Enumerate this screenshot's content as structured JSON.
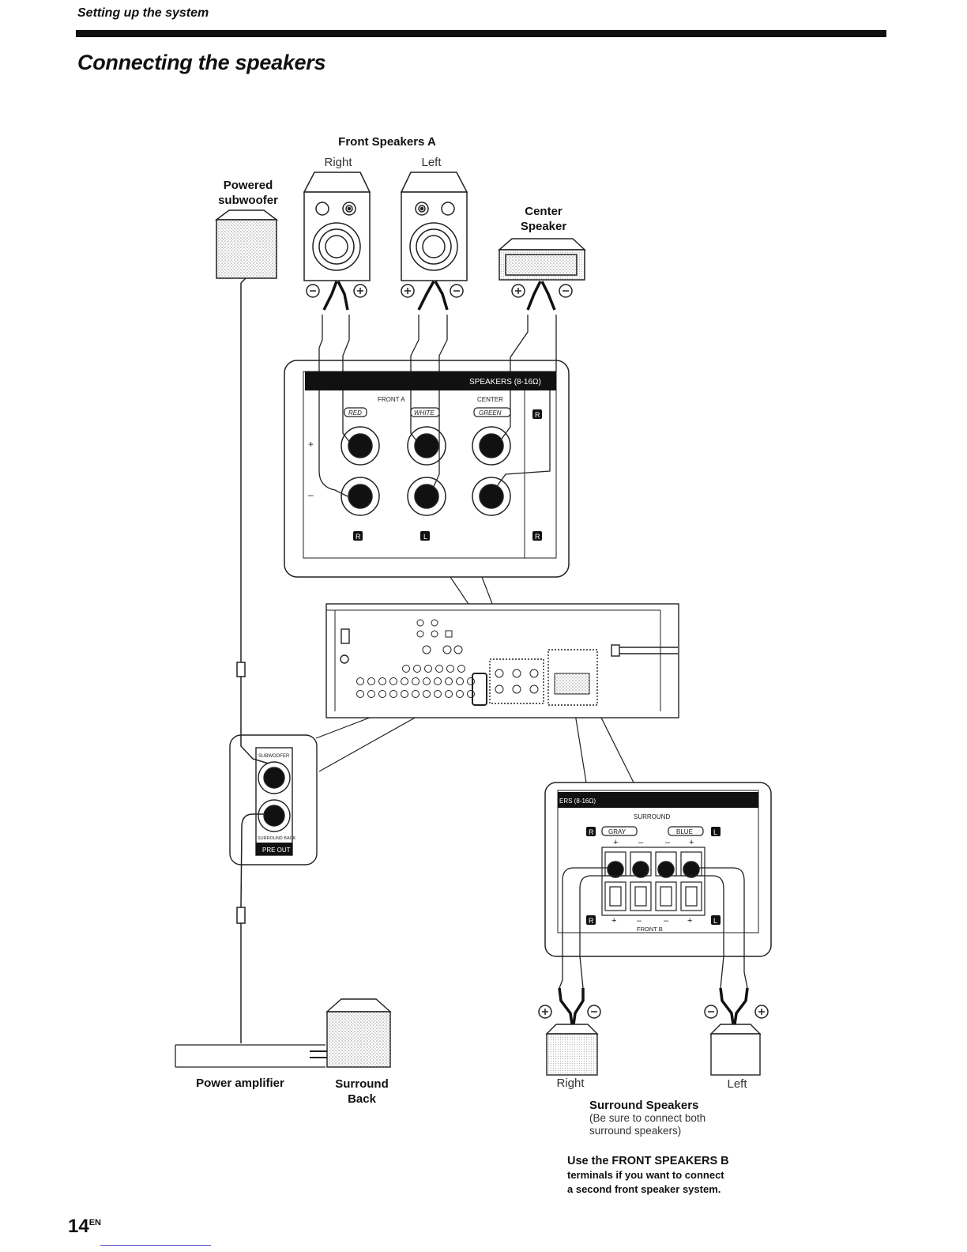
{
  "header": {
    "section": "Setting up the system",
    "title": "Connecting the speakers"
  },
  "labels": {
    "front_speakers_a": "Front Speakers A",
    "right_top": "Right",
    "left_top": "Left",
    "powered_sub_1": "Powered",
    "powered_sub_2": "subwoofer",
    "center_1": "Center",
    "center_2": "Speaker",
    "power_amp": "Power amplifier",
    "surround_back_1": "Surround",
    "surround_back_2": "Back",
    "right_bottom": "Right",
    "left_bottom": "Left",
    "surround_speakers": "Surround Speakers",
    "surround_note_1": "(Be sure to connect both",
    "surround_note_2": "surround speakers)"
  },
  "panel_text": {
    "speakers": "SPEAKERS (8-16Ω)",
    "front_a": "FRONT A",
    "center": "CENTER",
    "red": "RED",
    "white": "WHITE",
    "green": "GREEN",
    "plus": "+",
    "minus": "–",
    "r": "R",
    "l": "L",
    "subwoofer": "SUBWOOFER",
    "surround_back": "SURROUND BACK",
    "pre_out": "PRE OUT",
    "ers": "ERS (8-16Ω)",
    "surround": "SURROUND",
    "gray": "GRAY",
    "blue": "BLUE",
    "front_b": "FRONT B"
  },
  "note": {
    "line1": "Use the FRONT SPEAKERS B",
    "line2": "terminals if you want to connect",
    "line3": "a second front speaker system."
  },
  "page": {
    "number": "14",
    "suffix": "EN"
  }
}
